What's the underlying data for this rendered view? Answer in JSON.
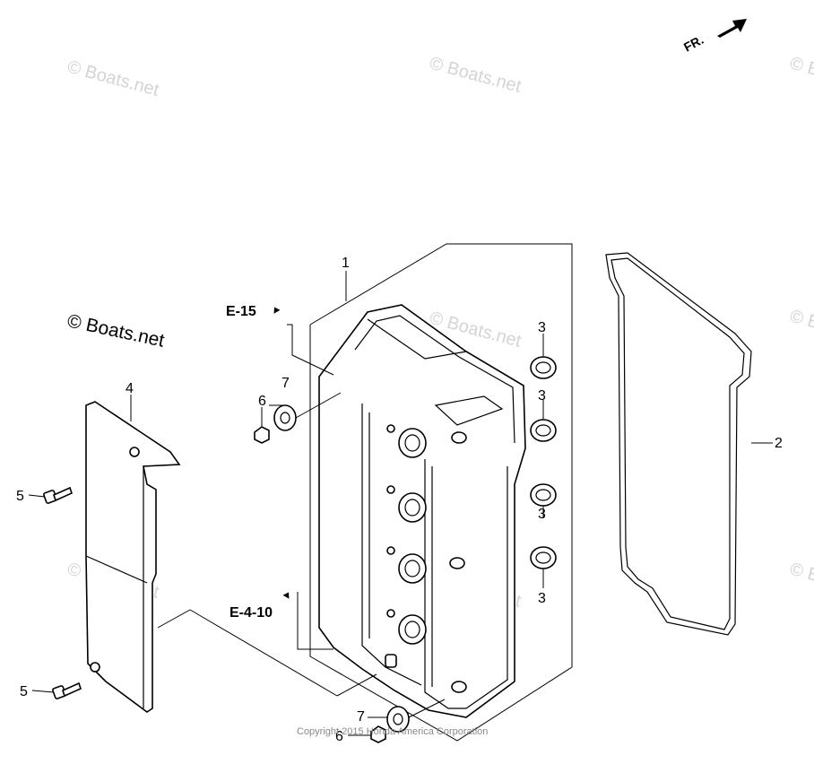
{
  "brand_watermark": "© Boats.net",
  "copyright_label": "© Boats.net",
  "footer_text": "Copyright 2015 Honda America Corporation",
  "front_indicator": "FR.",
  "references": {
    "upper": "E-15",
    "lower": "E-4-10"
  },
  "callouts": {
    "cylinder_head_cover": "1",
    "head_cover_gasket": "2",
    "plug_seals": [
      "3",
      "3",
      "3",
      "3"
    ],
    "ignition_coil_cover": "4",
    "cover_bolts": [
      "5",
      "5"
    ],
    "cover_nuts": [
      "6",
      "6"
    ],
    "rubber_washers": [
      "7",
      "7"
    ]
  }
}
